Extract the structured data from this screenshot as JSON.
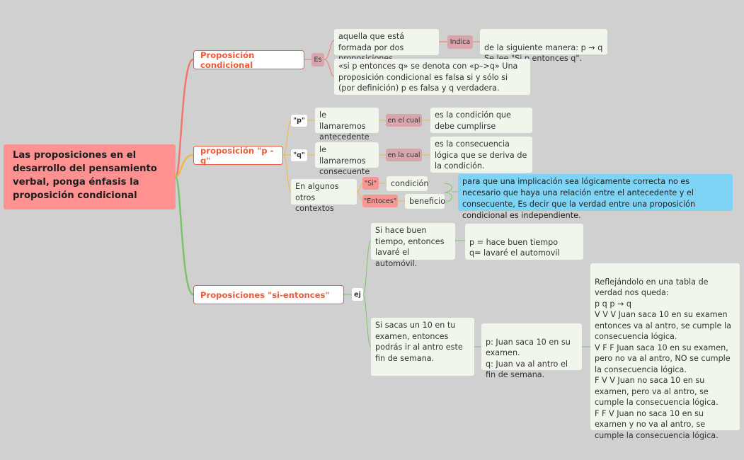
{
  "root": {
    "title": "Las proposiciones en el desarrollo del pensamiento verbal, ponga énfasis la proposición condicional"
  },
  "branch1": {
    "title": "Proposición condicional",
    "connector": "Es",
    "card1": "aquella que está formada por dos proposiciones.",
    "indica_label": "Indica",
    "indica_text": "de la siguiente manera: p → q\nSe lee \"Si p entonces q\".",
    "card2": "«si p entonces q» se denota con «p–>q» Una proposición condicional es falsa si y sólo si (por definición) p es falsa y q verdadera."
  },
  "branch2": {
    "title": "proposición \"p - q\"",
    "p_tag": "\"p\"",
    "p_card": "le llamaremos antecedente",
    "p_link": "en el cual",
    "p_result": "es la condición que debe cumplirse",
    "q_tag": "\"q\"",
    "q_card": "le llamaremos consecuente",
    "q_link": "en la cual",
    "q_result": "es la consecuencia lógica que se deriva de la condición.",
    "contexts": "En algunos otros contextos",
    "si_tag": "\"Si\"",
    "si_text": "condición",
    "entonces_tag": "\"Entoces\"",
    "entonces_text": "beneficio",
    "note": "para que una implicación sea lógicamente correcta no es necesario que haya una relación entre el antecedente y el consecuente, Es decir que la verdad entre una proposición condicional es independiente."
  },
  "branch3": {
    "title": "Proposiciones \"si-entonces\"",
    "connector": "ej",
    "ex1": "Si hace buen tiempo, entonces lavaré el automóvil.",
    "ex1_detail": "p = hace buen tiempo\n q= lavaré el automovil",
    "ex2": "Si sacas un 10 en tu examen, entonces podrás ir al antro este fin de semana.",
    "ex2_detail": "p: Juan saca 10 en su examen.\nq: Juan va al antro el fin de semana.",
    "truth_table": "Reflejándolo en una tabla de verdad nos queda:\np q p → q\nV V V Juan saca 10 en su examen entonces va al antro, se cumple la consecuencia lógica.\nV F F Juan saca 10 en su examen, pero no va al antro, NO se cumple la consecuencia lógica.\nF V V Juan no saca 10 en su examen, pero va al antro, se cumple la consecuencia lógica.\nF F V Juan no saca 10 en su examen y no va al antro, se cumple la consecuencia lógica."
  },
  "colors": {
    "background": "#d0d0d0",
    "root": "#ff9191",
    "main_border": "#ef5b3a",
    "branch_red": "#f0776a",
    "branch_orange": "#f6b73c",
    "branch_green": "#7cc46a",
    "card": "#f1f6ec",
    "tag_pink": "#d9a5ad",
    "tag_red": "#f79793",
    "note_blue": "#7fd4f6"
  }
}
